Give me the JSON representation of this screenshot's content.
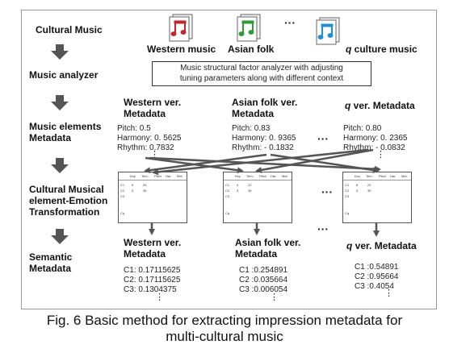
{
  "stages": [
    {
      "id": "cultural-music",
      "label": "Cultural Music"
    },
    {
      "id": "music-analyzer",
      "label": "Music analyzer"
    },
    {
      "id": "music-elements-metadata",
      "label": "Music elements\nMetadata"
    },
    {
      "id": "transformation",
      "label": "Cultural Musical\nelement-Emotion\nTransformation"
    },
    {
      "id": "semantic-metadata",
      "label": "Semantic\nMetadata"
    }
  ],
  "music_sources": [
    "Western music",
    "Asian folk",
    "q culture music"
  ],
  "music_source_q_prefix": "q",
  "music_source_q_rest": " culture music",
  "analyzer_box": "Music structural factor analyzer with adjusting\ntuning parameters along with different context",
  "ellipsis": "···",
  "vertical_ellipsis": "⋮",
  "element_metadata": [
    {
      "title": "Western ver.\nMetadata",
      "pitch": "Pitch: 0.5",
      "harmony": "Harmony: 0. 5625",
      "rhythm": "Rhythm: 0.7832"
    },
    {
      "title": "Asian folk ver.\nMetadata",
      "pitch": "Pitch: 0.83",
      "harmony": "Harmony: 0. 9365",
      "rhythm": "Rhythm: - 0.1832"
    },
    {
      "title_q": "q",
      "title_rest": " ver. Metadata",
      "pitch": "Pitch: 0.80",
      "harmony": "Harmony: 0. 2365",
      "rhythm": "Rhythm: - 0.0832"
    }
  ],
  "semantic_metadata": [
    {
      "title": "Western ver.\nMetadata",
      "c1": "C1: 0.17115625",
      "c2": "C2: 0.17115625",
      "c3": "C3: 0.1304375"
    },
    {
      "title": "Asian folk ver.\nMetadata",
      "c1": "C1 :0.254891",
      "c2": "C2 :0.035664",
      "c3": "C3 :0.006054"
    },
    {
      "title_q": "q",
      "title_rest": " ver. Metadata",
      "c1": "C1 :0.54891",
      "c2": "C2 :0.95664",
      "c3": "C3 :0.4054"
    }
  ],
  "caption": "Fig. 6 Basic method for extracting impression metadata for\nmulti-cultural music",
  "colors": {
    "arrow": "#555555",
    "note_red": "#c0272d",
    "note_green": "#2e9a3a",
    "note_blue": "#1f8fd0"
  }
}
